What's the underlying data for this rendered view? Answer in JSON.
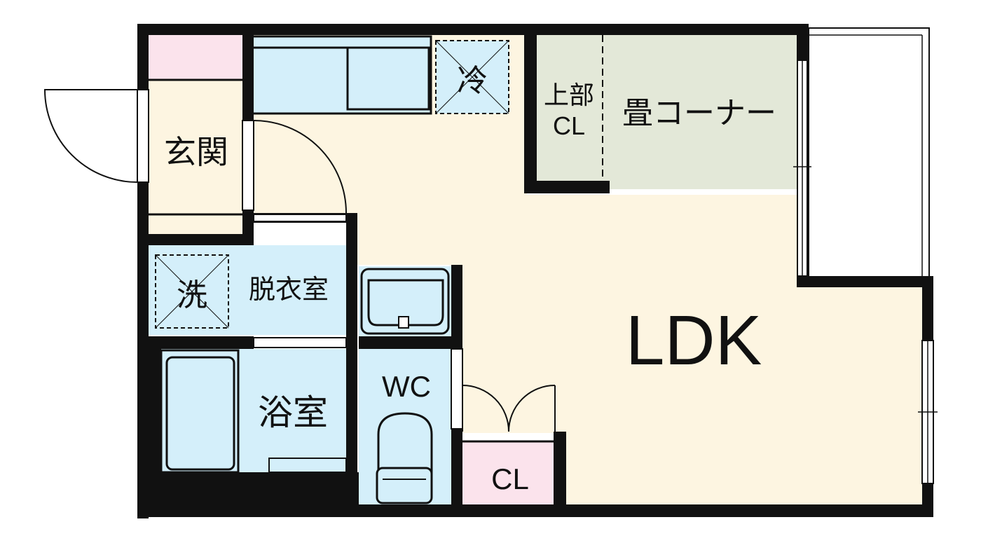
{
  "rooms": {
    "genkan": "玄関",
    "reizouko": "冷",
    "jobu_cl_top": "上部",
    "jobu_cl_bottom": "CL",
    "tatami": "畳コーナー",
    "sentaku": "洗",
    "datsuishitsu": "脱衣室",
    "yokushitsu": "浴室",
    "wc": "WC",
    "closet": "CL",
    "ldk": "LDK"
  },
  "colors": {
    "wall": "#111111",
    "ldk_floor": "#fdf5e1",
    "genkan_floor": "#fdf5e1",
    "wet_area": "#d4effa",
    "tatami": "#e3e8d8",
    "storage_pink": "#fbe3ec",
    "white": "#ffffff"
  }
}
